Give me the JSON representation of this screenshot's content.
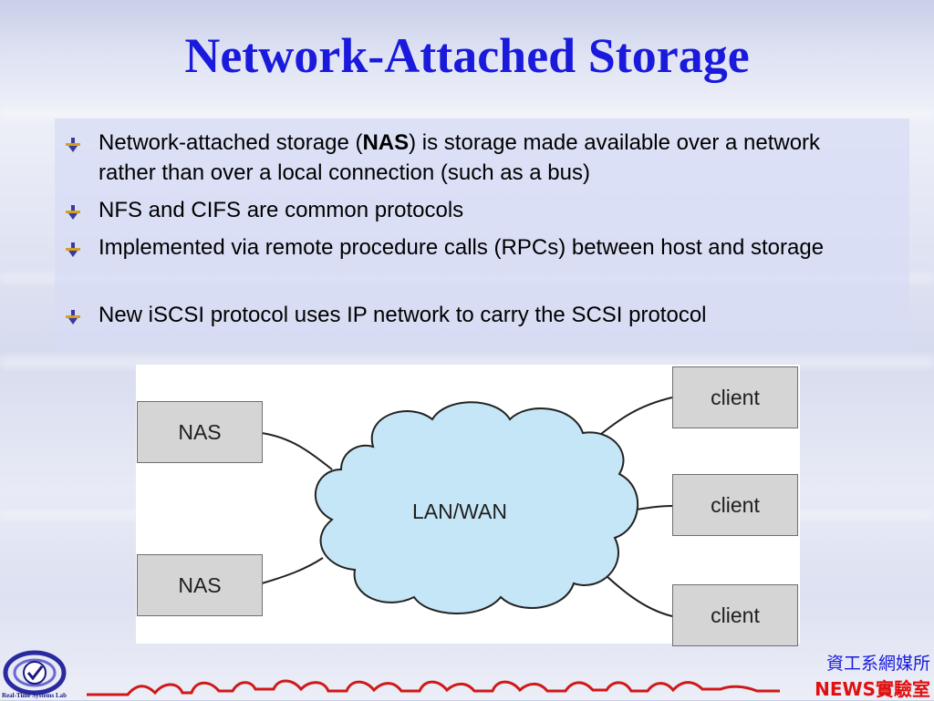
{
  "slide": {
    "title": "Network-Attached Storage"
  },
  "bullets": [
    {
      "before": "Network-attached storage (",
      "bold": "NAS",
      "after": ") is storage made available over a network rather than over a local connection (such as a bus)"
    },
    {
      "before": "NFS and CIFS are common protocols",
      "bold": "",
      "after": ""
    },
    {
      "before": "Implemented via remote procedure calls (RPCs) between host and storage",
      "bold": "",
      "after": ""
    },
    {
      "before": "New iSCSI protocol uses IP network to carry the SCSI protocol",
      "bold": "",
      "after": ""
    }
  ],
  "diagram": {
    "network_label": "LAN/WAN",
    "nas_boxes": [
      "NAS",
      "NAS"
    ],
    "client_boxes": [
      "client",
      "client",
      "client"
    ]
  },
  "footer": {
    "logo_caption": "Real-Time Systems Lab",
    "department": "資工系網媒所",
    "lab_prefix": "NEWS",
    "lab_suffix": "實驗室"
  },
  "colors": {
    "title": "#1a1adc",
    "cloud_fill": "#c5e6f6",
    "box_fill": "#d5d5d5",
    "department": "#1a1adc",
    "lab": "#e01010"
  }
}
